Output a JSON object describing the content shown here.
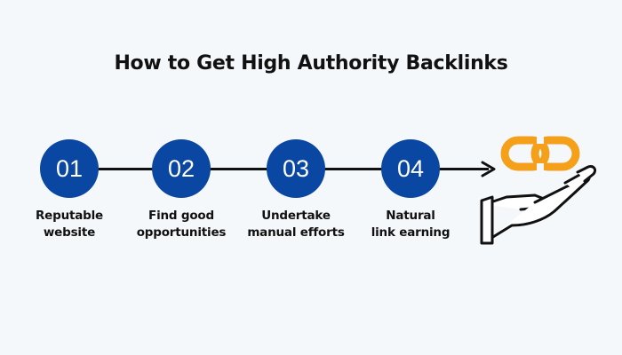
{
  "title": "How to Get High Authority Backlinks",
  "steps": [
    {
      "number": "01",
      "label_line1": "Reputable",
      "label_line2": "website"
    },
    {
      "number": "02",
      "label_line1": "Find good",
      "label_line2": "opportunities"
    },
    {
      "number": "03",
      "label_line1": "Undertake",
      "label_line2": "manual efforts"
    },
    {
      "number": "04",
      "label_line1": "Natural",
      "label_line2": "link earning"
    }
  ],
  "icons": {
    "link": "chain-link-icon",
    "hand": "open-hand-icon",
    "arrow": "arrow-right-icon"
  },
  "colors": {
    "background": "#f5f8fb",
    "step_circle": "#0a47a3",
    "step_number": "#ffffff",
    "text": "#111111",
    "link_icon": "#f5a01a"
  }
}
